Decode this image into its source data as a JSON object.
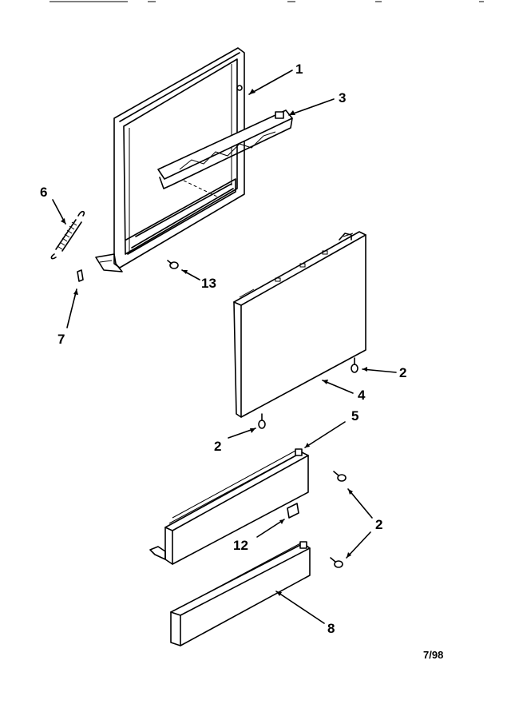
{
  "callouts": {
    "c1": "1",
    "c2a": "2",
    "c2b": "2",
    "c2c": "2",
    "c3": "3",
    "c4": "4",
    "c5": "5",
    "c6": "6",
    "c7": "7",
    "c8": "8",
    "c12": "12",
    "c13": "13"
  },
  "date_code": "7/98"
}
